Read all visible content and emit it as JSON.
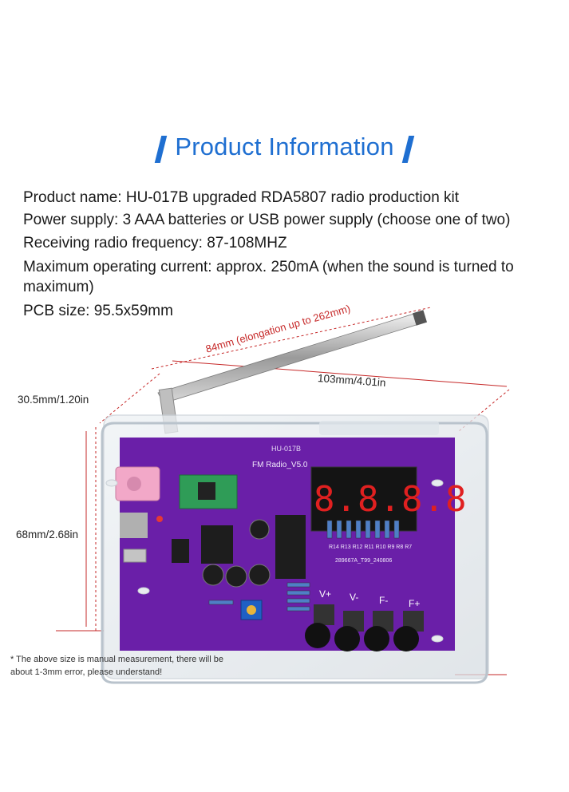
{
  "header": {
    "title": "Product Information"
  },
  "specs": [
    "Product name: HU-017B upgraded RDA5807 radio production kit",
    "Power supply: 3 AAA batteries or USB power supply (choose one of two)",
    "Receiving radio frequency: 87-108MHZ",
    "Maximum operating current: approx. 250mA (when the sound is turned to",
    "maximum)",
    "PCB size: 95.5x59mm"
  ],
  "dimensions": {
    "antenna": "84mm (elongation up to 262mm)",
    "width": "103mm/4.01in",
    "depth": "30.5mm/1.20in",
    "height": "68mm/2.68in"
  },
  "board": {
    "model": "HU-017B",
    "subtitle": "FM Radio_V5.0",
    "display": "8.8.8.8",
    "serial": "289667A_T99_240806",
    "buttons": [
      "V+",
      "V-",
      "F-",
      "F+"
    ],
    "resistors_row": "R14 R13 R12 R11 R10 R9 R8 R7",
    "plate_color": "#6a1fa8"
  },
  "footnote": "* The above size is manual measurement, there will be about 1-3mm error, please understand!",
  "colors": {
    "accent": "#1f6fd1",
    "dimension_line": "#c62828"
  }
}
